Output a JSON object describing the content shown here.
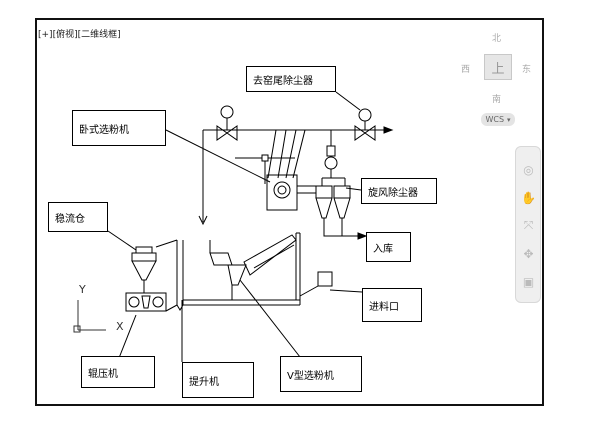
{
  "viewport": {
    "label": "[+][俯视][二维线框]"
  },
  "viewcube": {
    "north": "北",
    "south": "南",
    "east": "东",
    "west": "西",
    "top": "上",
    "wcs_label": "WCS"
  },
  "ucs": {
    "x_label": "X",
    "y_label": "Y"
  },
  "callouts": {
    "dust_collector": "去窑尾除尘器",
    "horizontal_classifier": "卧式选粉机",
    "cyclone": "旋风除尘器",
    "storage": "入库",
    "surge_bin": "稳流仓",
    "feed_port": "进料口",
    "roller_press": "辊压机",
    "elevator": "提升机",
    "v_classifier": "V型选粉机"
  },
  "icons": {
    "navbar": [
      "steering-wheel-icon",
      "pan-hand-icon",
      "zoom-extents-icon",
      "orbit-icon",
      "showmotion-icon"
    ]
  }
}
